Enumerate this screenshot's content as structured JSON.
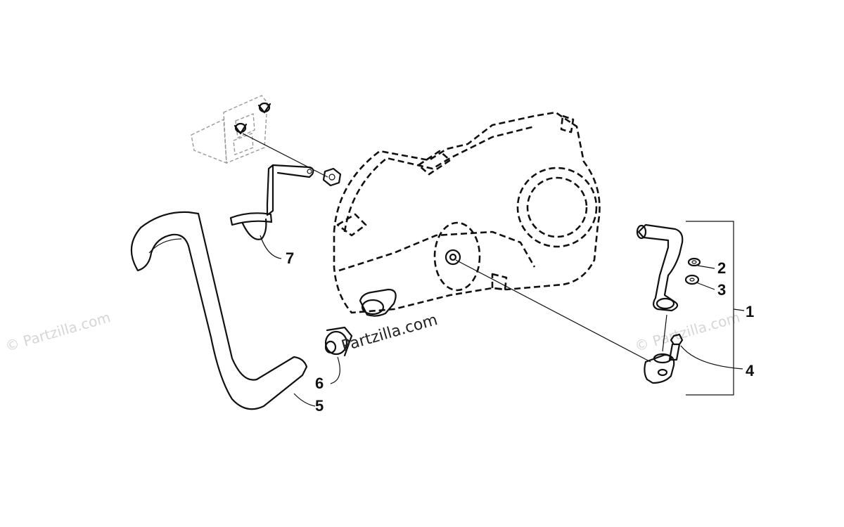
{
  "watermarks": {
    "main": "Partzilla.com",
    "left": "© Partzilla.com",
    "right": "© Partzilla.com"
  },
  "callouts": {
    "c1": "1",
    "c2": "2",
    "c3": "3",
    "c4": "4",
    "c5": "5",
    "c6": "6",
    "c7": "7"
  }
}
